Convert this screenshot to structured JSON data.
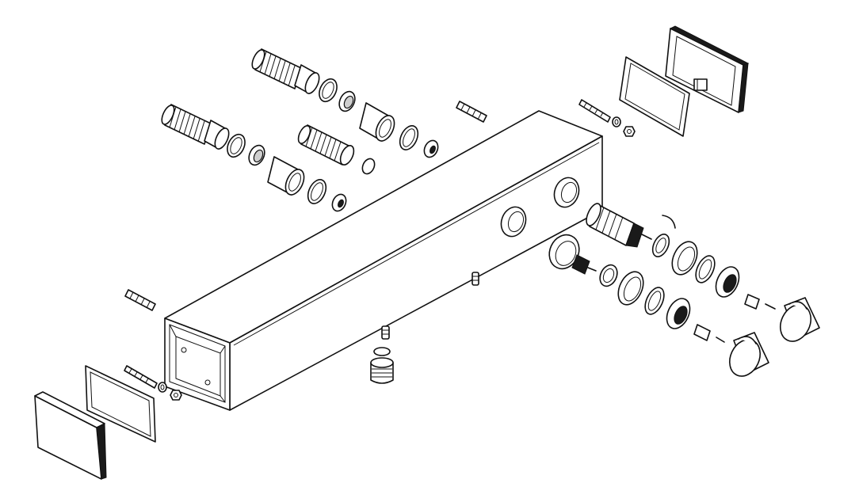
{
  "diagram": {
    "colors": {
      "line": "#111111",
      "fill": "#ffffff",
      "shade": "#cfcfcf"
    },
    "parts": [
      "main-housing",
      "thread-extension-upper",
      "thread-extension-lower",
      "thread-extension-short",
      "end-cover-plate-left",
      "gasket-left",
      "end-cover-frame-right",
      "gasket-right",
      "thermostatic-cartridge",
      "flow-cartridge",
      "handle-knob-upper",
      "handle-knob-lower",
      "wall-plug-screws",
      "drain-fitting"
    ]
  }
}
